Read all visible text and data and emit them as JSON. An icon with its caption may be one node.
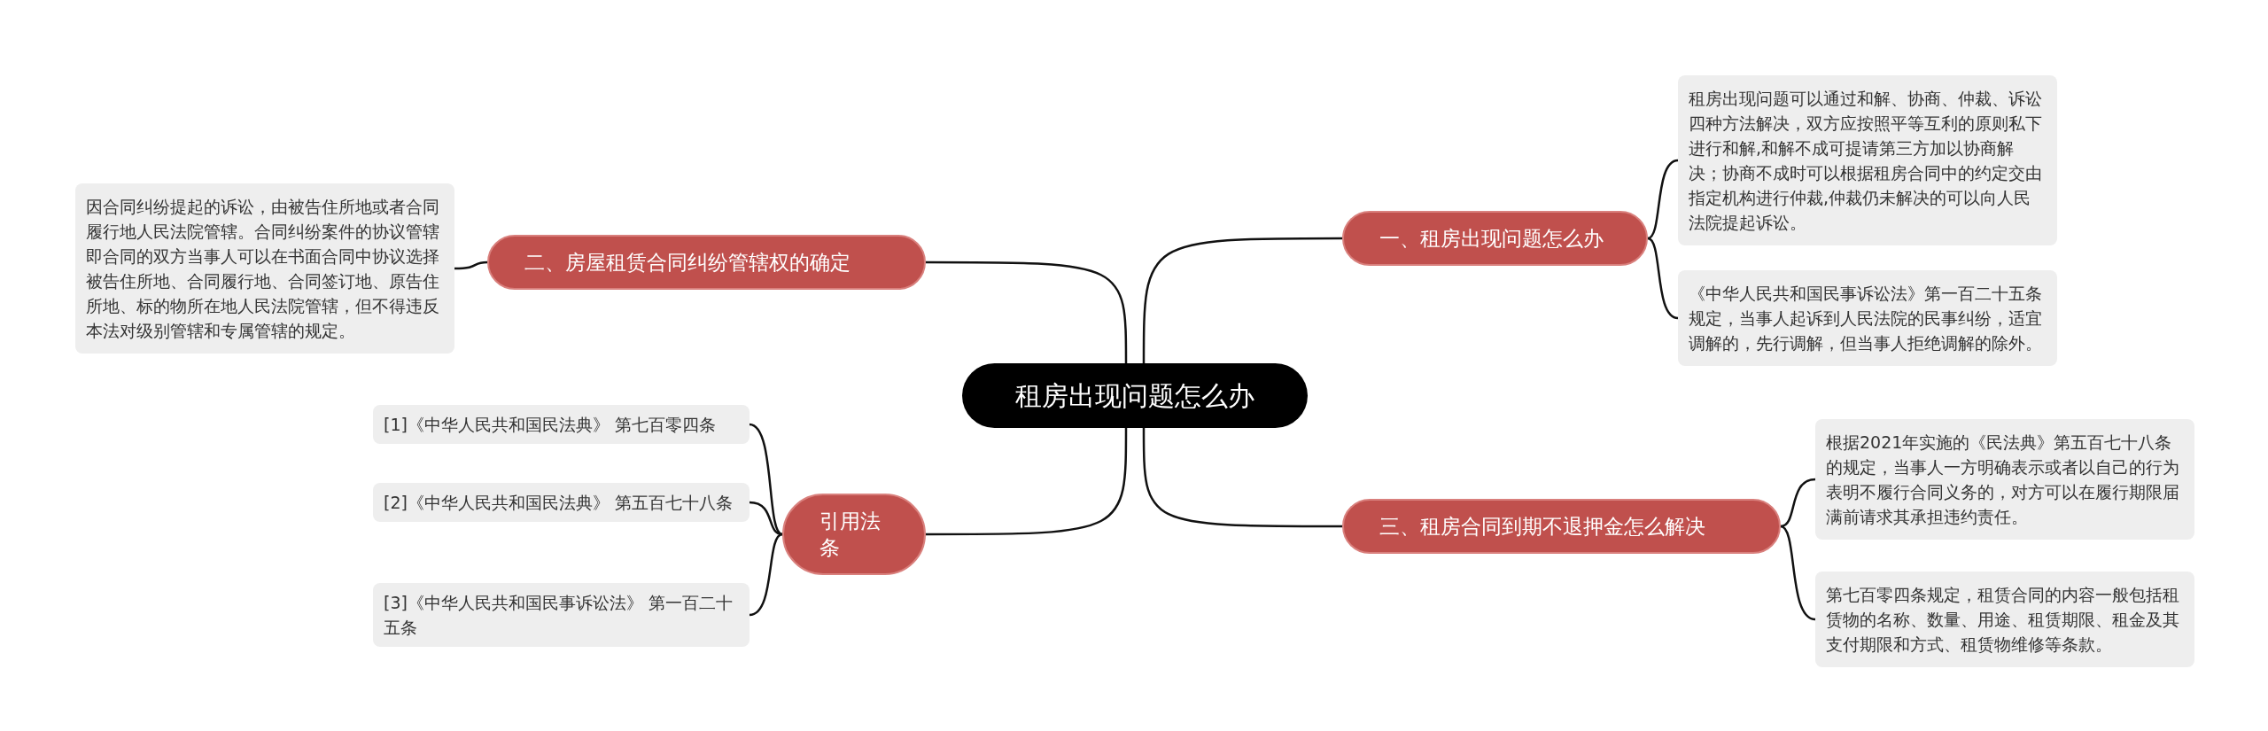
{
  "diagram": {
    "nodes": [
      {
        "text": [
          "租房出现问题怎么办"
        ]
      },
      {
        "text": [
          "一、租房出现问题怎么办"
        ]
      },
      {
        "text": [
          "租房出现问题可以通过和解、协商、仲裁、诉讼四种方法解决，双方应按照平等互利的原则私下进行和解,和解不成可提请第三方加以协商解决；协商不成时可以根据租房合同中的约定交由指定机构进行仲裁,仲裁仍未解决的可以向人民法院提起诉讼。"
        ]
      },
      {
        "text": [
          "《中华人民共和国民事诉讼法》第一百二十五条规定，当事人起诉到人民法院的民事纠纷，适宜调解的，先行调解，但当事人拒绝调解的除外。"
        ]
      },
      {
        "text": [
          "二、房屋租赁合同纠纷管辖权的确定"
        ]
      },
      {
        "text": [
          "因合同纠纷提起的诉讼，由被告住所地或者合同履行地人民法院管辖。合同纠纷案件的协议管辖即合同的双方当事人可以在书面合同中协议选择被告住所地、合同履行地、合同签订地、原告住所地、标的物所在地人民法院管辖，但不得违反本法对级别管辖和专属管辖的规定。"
        ]
      },
      {
        "text": [
          "三、租房合同到期不退押金怎么解决"
        ]
      },
      {
        "text": [
          "根据2021年实施的《民法典》第五百七十八条的规定，当事人一方明确表示或者以自己的行为表明不履行合同义务的，对方可以在履行期限届满前请求其承担违约责任。"
        ]
      },
      {
        "text": [
          "第七百零四条规定，租赁合同的内容一般包括租赁物的名称、数量、用途、租赁期限、租金及其支付期限和方式、租赁物维修等条款。"
        ]
      },
      {
        "text": [
          "引用法条"
        ]
      },
      {
        "text": [
          "[1]《中华人民共和国民法典》 第七百零四条"
        ]
      },
      {
        "text": [
          "[2]《中华人民共和国民法典》 第五百七十八条"
        ]
      },
      {
        "text": [
          "[3]《中华人民共和国民事诉讼法》 第一百二十五条"
        ]
      }
    ],
    "edges": [
      {
        "from": 0,
        "to": 1,
        "arrow": "none"
      },
      {
        "from": 1,
        "to": 2,
        "arrow": "none"
      },
      {
        "from": 1,
        "to": 3,
        "arrow": "none"
      },
      {
        "from": 0,
        "to": 4,
        "arrow": "none"
      },
      {
        "from": 4,
        "to": 5,
        "arrow": "none"
      },
      {
        "from": 0,
        "to": 6,
        "arrow": "none"
      },
      {
        "from": 6,
        "to": 7,
        "arrow": "none"
      },
      {
        "from": 6,
        "to": 8,
        "arrow": "none"
      },
      {
        "from": 0,
        "to": 9,
        "arrow": "none"
      },
      {
        "from": 9,
        "to": 10,
        "arrow": "none"
      },
      {
        "from": 9,
        "to": 11,
        "arrow": "none"
      },
      {
        "from": 9,
        "to": 12,
        "arrow": "none"
      }
    ]
  }
}
